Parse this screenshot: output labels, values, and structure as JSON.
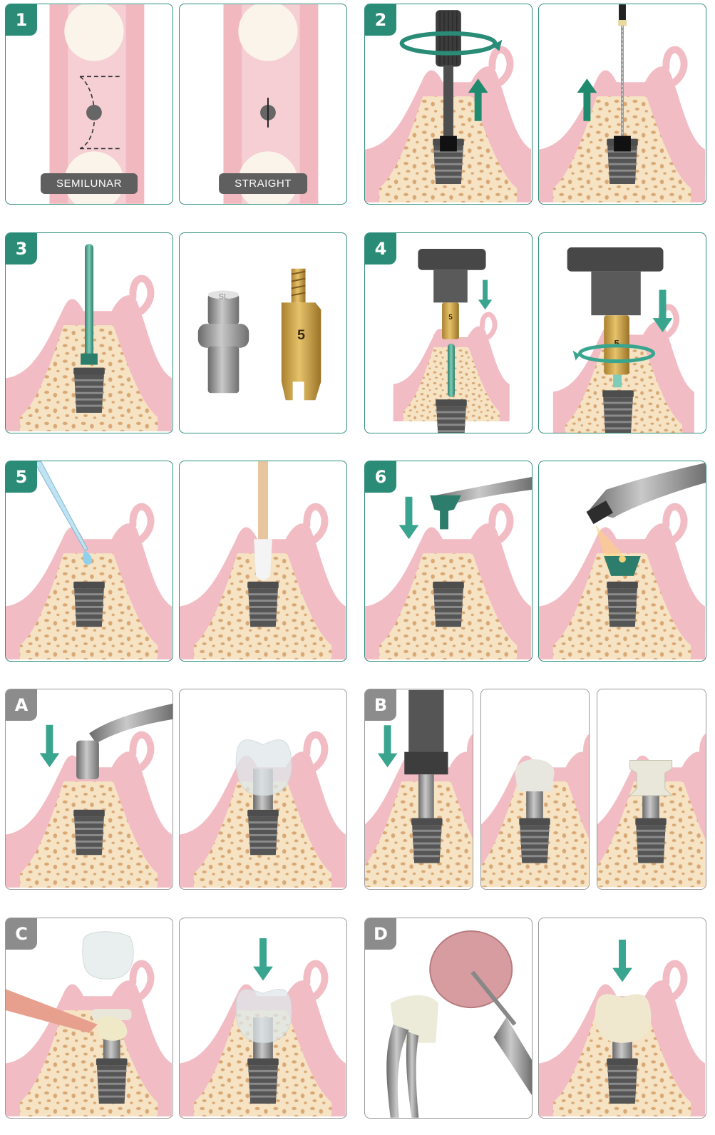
{
  "steps": {
    "s1": {
      "badge": "1",
      "left_label": "SEMILUNAR",
      "right_label": "STRAIGHT"
    },
    "s2": {
      "badge": "2"
    },
    "s3": {
      "badge": "3",
      "gauge_number": "5",
      "abutment_mark": "SL"
    },
    "s4": {
      "badge": "4",
      "gauge_number": "5"
    },
    "s5": {
      "badge": "5"
    },
    "s6": {
      "badge": "6"
    },
    "sA": {
      "badge": "A"
    },
    "sB": {
      "badge": "B"
    },
    "sC": {
      "badge": "C"
    },
    "sD": {
      "badge": "D"
    }
  },
  "colors": {
    "accent": "#2a8b77",
    "gray_badge": "#8c8c8c",
    "gum": "#f0b9c0",
    "bone": "#f4dfc0",
    "implant": "#5a5a5a"
  }
}
